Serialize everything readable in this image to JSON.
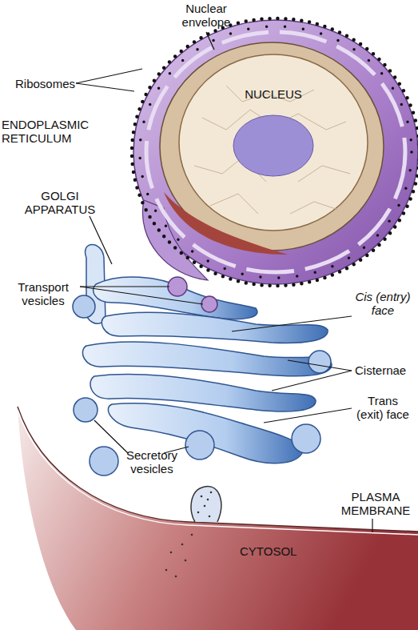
{
  "diagram": {
    "nodes": [
      {
        "text": [
          "NUCLEUS"
        ]
      }
    ],
    "labels": [
      "Nuclear envelope",
      "Ribosomes",
      "ENDOPLASMIC RETICULUM",
      "GOLGI APPARATUS",
      "Transport vesicles",
      "Cis (entry) face",
      "Cisternae",
      "Trans (exit) face",
      "Secretory vesicles",
      "CYTOSOL",
      "PLASMA MEMBRANE"
    ]
  }
}
